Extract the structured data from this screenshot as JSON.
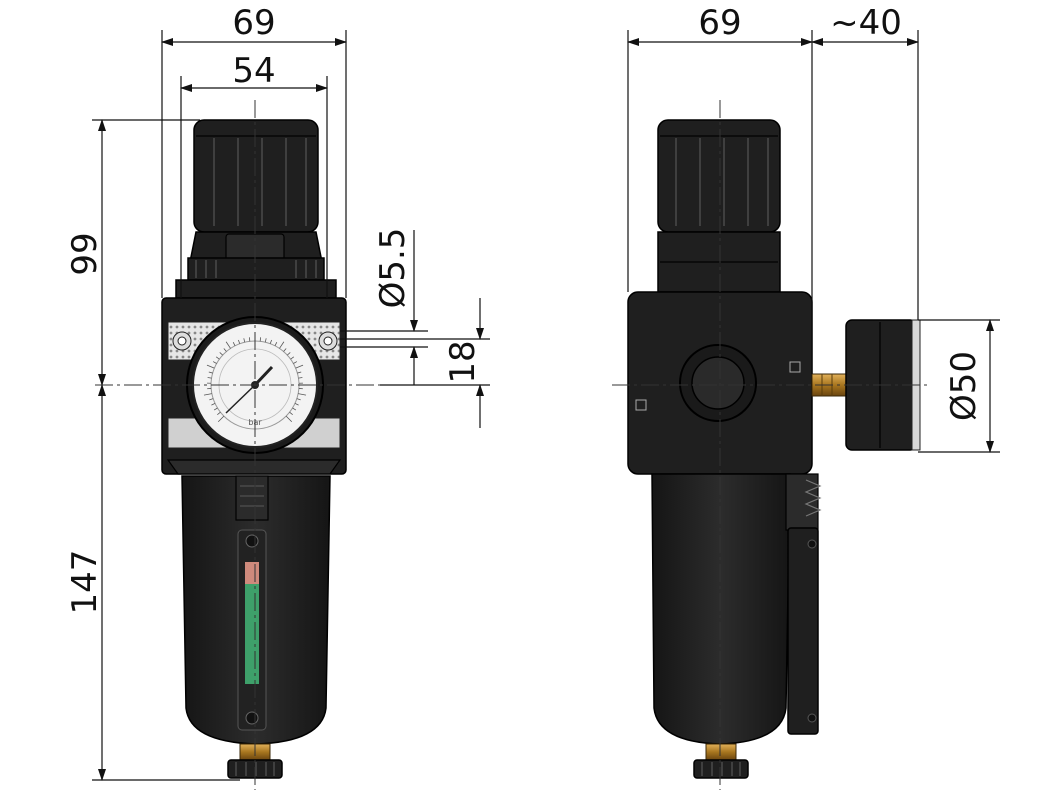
{
  "front_view": {
    "dim_overall_width": "69",
    "dim_mount_width": "54",
    "dim_upper_height": "99",
    "dim_lower_height": "147",
    "dim_hole": "Ø5.5",
    "dim_hole_spacing": "18",
    "gauge_unit": "bar"
  },
  "side_view": {
    "dim_width": "69",
    "dim_gauge_protrusion": "~40",
    "dim_gauge_diameter": "Ø50"
  }
}
